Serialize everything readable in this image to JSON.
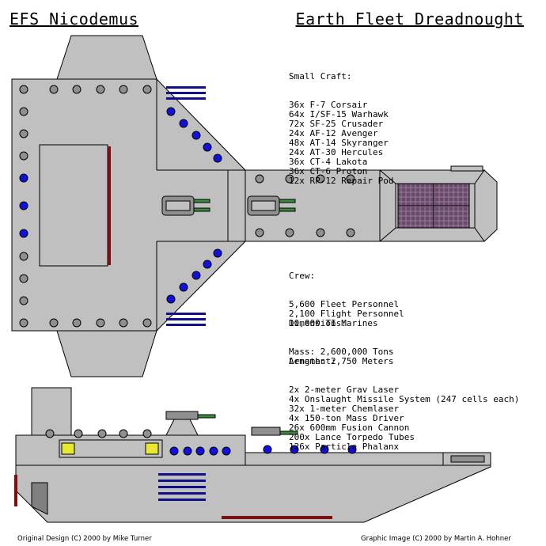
{
  "header": {
    "ship_name": "EFS Nicodemus",
    "ship_class": "Earth Fleet Dreadnought"
  },
  "small_craft": {
    "heading": "Small Craft:",
    "items": [
      "36x F-7 Corsair",
      "64x I/SF-15 Warhawk",
      "72x SF-25 Crusader",
      "24x AF-12 Avenger",
      "48x AT-14 Skyranger",
      "24x AT-30 Hercules",
      "36x CT-4 Lakota",
      "36x CT-6 Proton",
      "12x RP-12 Repair Pod"
    ]
  },
  "crew": {
    "heading": "Crew:",
    "items": [
      "5,600 Fleet Personnel",
      "2,100 Flight Personnel",
      "10,000 TI Marines"
    ]
  },
  "dimensions": {
    "heading": "Dimensions:",
    "items": [
      "Mass: 2,600,000 Tons",
      "Length: 2,750 Meters"
    ]
  },
  "armament": {
    "heading": "Armament:",
    "items": [
      "2x 2-meter Grav Laser",
      "4x Onslaught Missile System (247 cells each)",
      "32x 1-meter Chemlaser",
      "4x 150-ton Mass Driver",
      "26x 600mm Fusion Cannon",
      "200x Lance Torpedo Tubes",
      "126x Particle Phalanx"
    ]
  },
  "credits": {
    "design": "Original Design (C) 2000 by Mike Turner",
    "graphic": "Graphic Image (C) 2000 by Martin A. Hohner"
  },
  "colors": {
    "hull": "#c0c0c0",
    "outline": "#000000",
    "turret_blue": "#1010e0",
    "launch_tube_blue": "#101088",
    "hangar_purple": "#6a4a6a",
    "barrel_green": "#3a8a3a",
    "armor_red": "#7a1010"
  }
}
